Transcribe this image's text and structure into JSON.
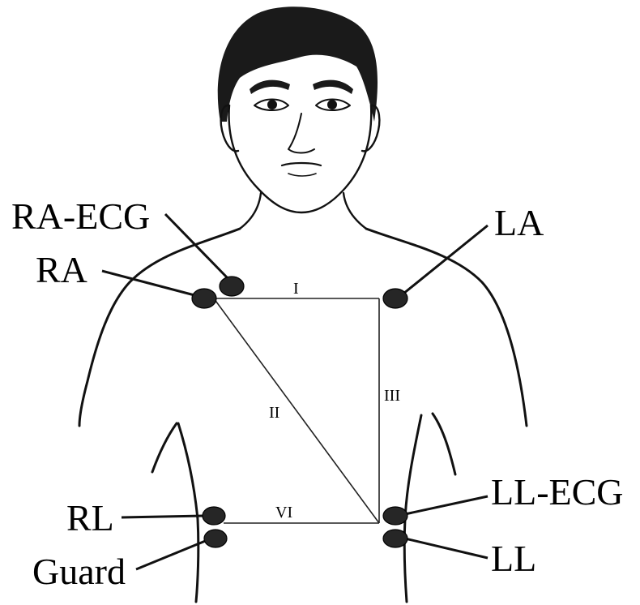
{
  "electrode_labels": {
    "ra_ecg": "RA-ECG",
    "ra": "RA",
    "la": "LA",
    "rl": "RL",
    "guard": "Guard",
    "ll_ecg": "LL-ECG",
    "ll": "LL"
  },
  "lead_labels": {
    "lead_i": "I",
    "lead_ii": "II",
    "lead_iii": "III",
    "lead_vi": "VI"
  },
  "colors": {
    "electrode": "#262626",
    "line": "#111111",
    "background": "#ffffff"
  }
}
